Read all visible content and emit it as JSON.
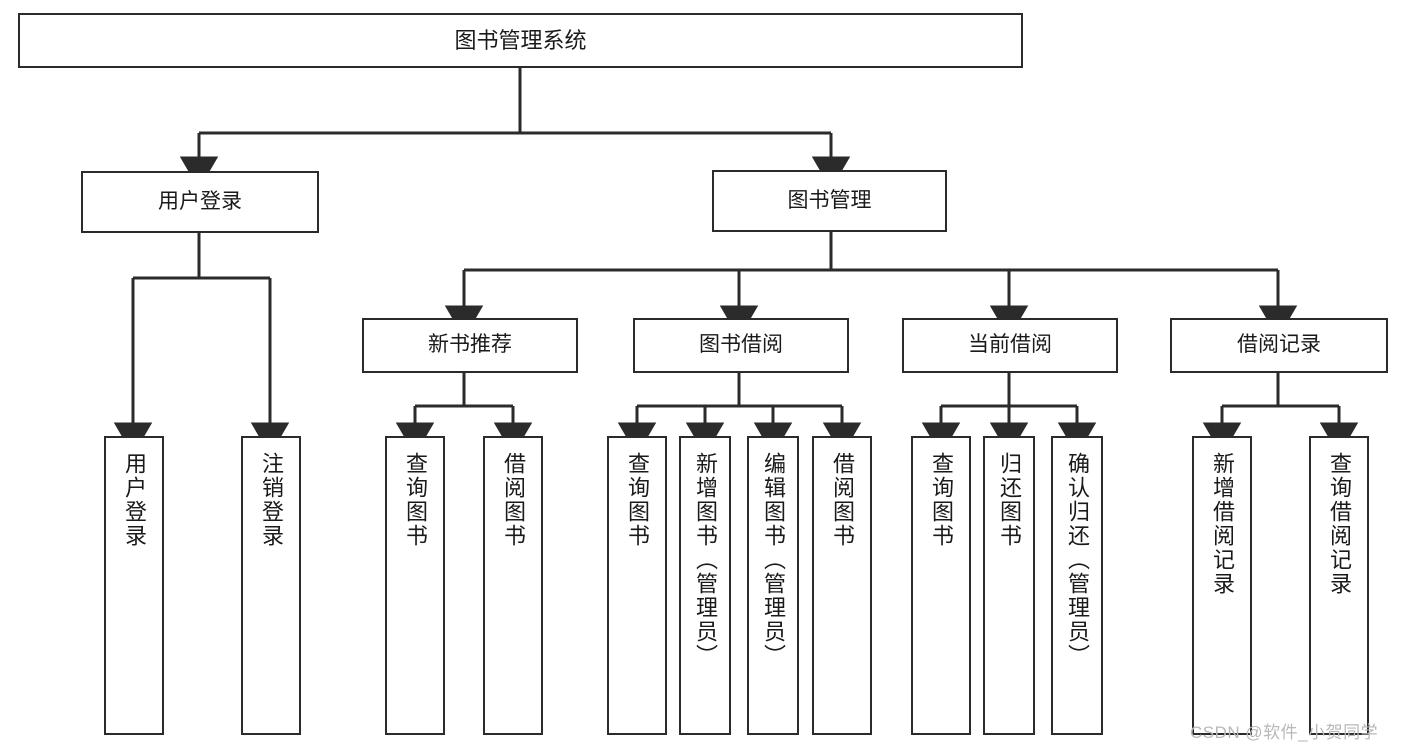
{
  "diagram": {
    "title": "图书管理系统",
    "type": "hierarchy-tree",
    "root": {
      "label": "图书管理系统"
    },
    "level2": [
      {
        "id": "user-login",
        "label": "用户登录"
      },
      {
        "id": "book-management",
        "label": "图书管理"
      }
    ],
    "level3": [
      {
        "id": "new-book-recommend",
        "label": "新书推荐",
        "parent": "book-management"
      },
      {
        "id": "book-borrow",
        "label": "图书借阅",
        "parent": "book-management"
      },
      {
        "id": "current-borrow",
        "label": "当前借阅",
        "parent": "book-management"
      },
      {
        "id": "borrow-record",
        "label": "借阅记录",
        "parent": "book-management"
      }
    ],
    "leaves": [
      {
        "id": "leaf-user-login",
        "label": "用户登录",
        "parent": "user-login"
      },
      {
        "id": "leaf-logout-login",
        "label": "注销登录",
        "parent": "user-login"
      },
      {
        "id": "leaf-query-book-1",
        "label": "查询图书",
        "parent": "new-book-recommend"
      },
      {
        "id": "leaf-borrow-book-1",
        "label": "借阅图书",
        "parent": "new-book-recommend"
      },
      {
        "id": "leaf-query-book-2",
        "label": "查询图书",
        "parent": "book-borrow"
      },
      {
        "id": "leaf-add-book",
        "label": "新增图书（管理员）",
        "parent": "book-borrow"
      },
      {
        "id": "leaf-edit-book",
        "label": "编辑图书（管理员）",
        "parent": "book-borrow"
      },
      {
        "id": "leaf-borrow-book-2",
        "label": "借阅图书",
        "parent": "book-borrow"
      },
      {
        "id": "leaf-query-book-3",
        "label": "查询图书",
        "parent": "current-borrow"
      },
      {
        "id": "leaf-return-book",
        "label": "归还图书",
        "parent": "current-borrow"
      },
      {
        "id": "leaf-confirm-return",
        "label": "确认归还（管理员）",
        "parent": "current-borrow"
      },
      {
        "id": "leaf-add-borrow-record",
        "label": "新增借阅记录",
        "parent": "borrow-record"
      },
      {
        "id": "leaf-query-borrow-record",
        "label": "查询借阅记录",
        "parent": "borrow-record"
      }
    ],
    "watermark": "CSDN @软件_小贺同学",
    "colors": {
      "stroke": "#2b2b2b",
      "fill": "#ffffff",
      "text": "#1a1a1a",
      "watermark": "#b8b8b8"
    }
  }
}
